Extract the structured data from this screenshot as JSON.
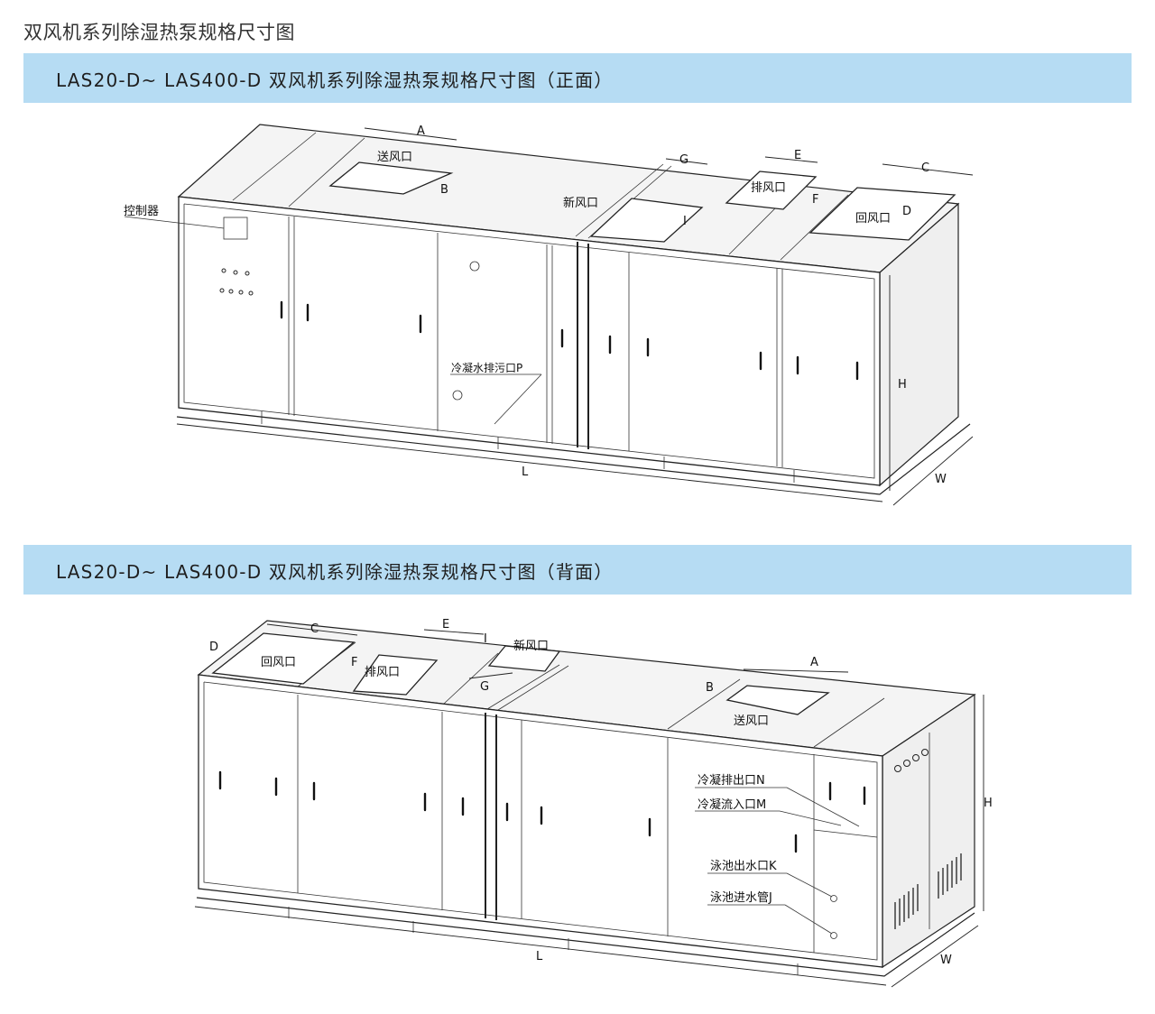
{
  "page_title": "双风机系列除湿热泵规格尺寸图",
  "front": {
    "banner": "LAS20-D~ LAS400-D 双风机系列除湿热泵规格尺寸图（正面）",
    "labels": {
      "controller": "控制器",
      "supply_outlet": "送风口",
      "fresh_inlet": "新风口",
      "exhaust_outlet": "排风口",
      "return_inlet": "回风口",
      "drain": "冷凝水排污口P"
    },
    "dims": {
      "A": "A",
      "B": "B",
      "C": "C",
      "D": "D",
      "E": "E",
      "F": "F",
      "G": "G",
      "I": "I",
      "H": "H",
      "L": "L",
      "W": "W"
    }
  },
  "back": {
    "banner": "LAS20-D~ LAS400-D 双风机系列除湿热泵规格尺寸图（背面）",
    "labels": {
      "return_inlet": "回风口",
      "exhaust_outlet": "排风口",
      "fresh_inlet": "新风口",
      "supply_outlet": "送风口",
      "cond_out": "冷凝排出口N",
      "cond_in": "冷凝流入口M",
      "pool_out": "泳池出水口K",
      "pool_in": "泳池进水管J"
    },
    "dims": {
      "A": "A",
      "B": "B",
      "C": "C",
      "D": "D",
      "E": "E",
      "F": "F",
      "G": "G",
      "I": "I",
      "H": "H",
      "L": "L",
      "W": "W"
    }
  }
}
